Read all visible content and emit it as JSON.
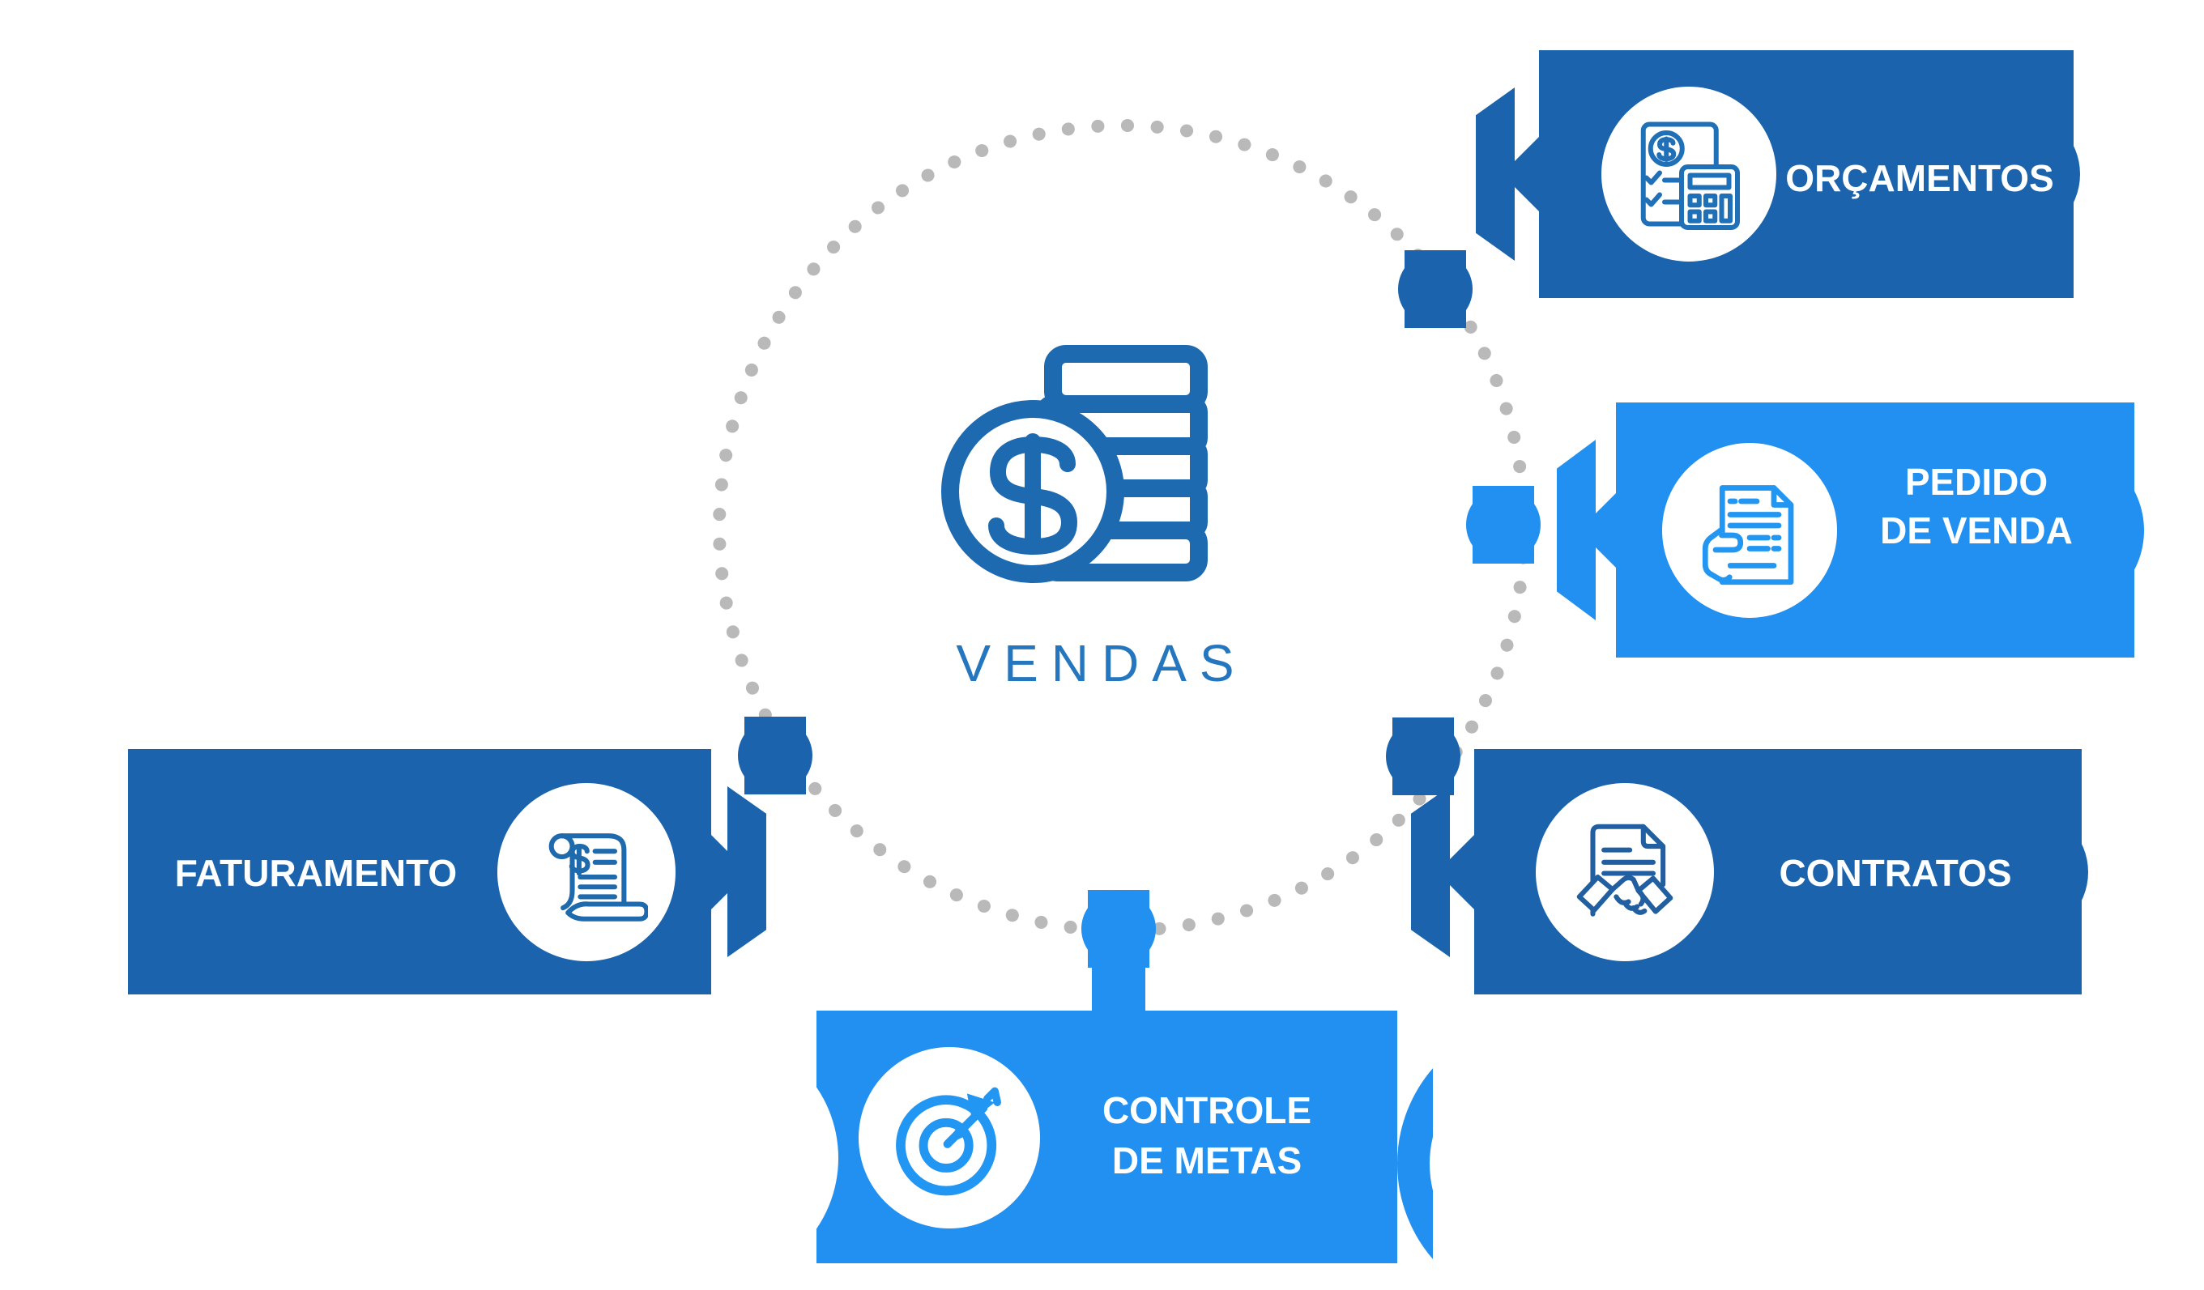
{
  "diagram": {
    "title": "VENDAS",
    "center": {
      "label": "VENDAS",
      "icon": "coins-money-icon"
    },
    "ring": {
      "style": "dotted-circle",
      "color": "#b9b9b9"
    },
    "colors": {
      "dark_blue": "#1b64ad",
      "light_blue": "#2190f0",
      "icon_stroke_dark": "#2070b8",
      "icon_stroke_light": "#2196f3",
      "center_icon_blue": "#1e6ab1",
      "center_text_blue": "#2476be",
      "dot_gray": "#b9b9b9"
    },
    "cards": [
      {
        "id": "orcamentos",
        "label_line1": "ORÇAMENTOS",
        "label_line2": "",
        "icon": "budget-calculator-icon",
        "theme": "dark"
      },
      {
        "id": "pedido-de-venda",
        "label_line1": "PEDIDO",
        "label_line2": "DE VENDA",
        "icon": "sales-order-hand-document-icon",
        "theme": "light"
      },
      {
        "id": "contratos",
        "label_line1": "CONTRATOS",
        "label_line2": "",
        "icon": "contract-handshake-icon",
        "theme": "dark"
      },
      {
        "id": "controle-de-metas",
        "label_line1": "CONTROLE",
        "label_line2": "DE METAS",
        "icon": "target-dart-icon",
        "theme": "light"
      },
      {
        "id": "faturamento",
        "label_line1": "FATURAMENTO",
        "label_line2": "",
        "icon": "invoice-scroll-icon",
        "theme": "dark"
      }
    ]
  }
}
